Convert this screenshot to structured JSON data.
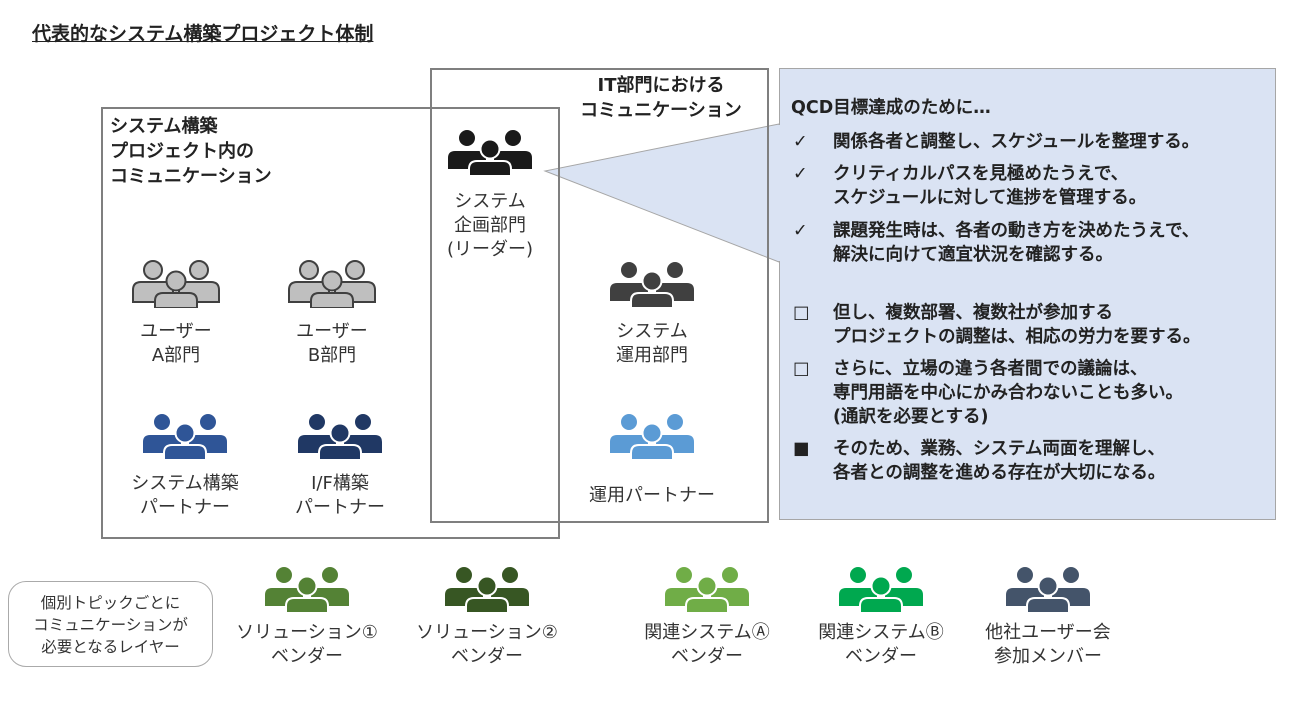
{
  "title": "代表的なシステム構築プロジェクト体制",
  "inner_box": {
    "heading": [
      "システム構築",
      "プロジェクト内の",
      "コミュニケーション"
    ]
  },
  "it_box": {
    "heading": [
      "IT部門における",
      "コミュニケーション"
    ]
  },
  "groups": {
    "planning": {
      "label": [
        "システム",
        "企画部門",
        "(リーダー)"
      ],
      "color": "#1a1a1a"
    },
    "user_a": {
      "label": [
        "ユーザー",
        "A部門"
      ],
      "color": "#bfbfbf"
    },
    "user_b": {
      "label": [
        "ユーザー",
        "B部門"
      ],
      "color": "#bfbfbf"
    },
    "operations": {
      "label": [
        "システム",
        "運用部門"
      ],
      "color": "#404040"
    },
    "build_partner": {
      "label": [
        "システム構築",
        "パートナー"
      ],
      "color": "#2f5597"
    },
    "if_partner": {
      "label": [
        "I/F構築",
        "パートナー"
      ],
      "color": "#203864"
    },
    "ops_partner": {
      "label": [
        "運用パートナー"
      ],
      "color": "#5b9bd5"
    }
  },
  "callout": {
    "heading": "QCD目標達成のために…",
    "checks": [
      {
        "mark": "✓",
        "lines": [
          "関係各者と調整し、スケジュールを整理する。"
        ]
      },
      {
        "mark": "✓",
        "lines": [
          "クリティカルパスを見極めたうえで、",
          "スケジュールに対して進捗を管理する。"
        ]
      },
      {
        "mark": "✓",
        "lines": [
          "課題発生時は、各者の動き方を決めたうえで、",
          "解決に向けて適宜状況を確認する。"
        ]
      }
    ],
    "notes": [
      {
        "mark": "□",
        "lines": [
          "但し、複数部署、複数社が参加する",
          "プロジェクトの調整は、相応の労力を要する。"
        ]
      },
      {
        "mark": "□",
        "lines": [
          "さらに、立場の違う各者間での議論は、",
          "専門用語を中心にかみ合わないことも多い。",
          "(通訳を必要とする)"
        ]
      },
      {
        "mark": "■",
        "lines": [
          "そのため、業務、システム両面を理解し、",
          "各者との調整を進める存在が大切になる。"
        ]
      }
    ],
    "fill": "#dae3f3",
    "border": "#a6a6a6"
  },
  "layer": {
    "label": [
      "個別トピックごとに",
      "コミュニケーションが",
      "必要となるレイヤー"
    ],
    "groups": [
      {
        "label": [
          "ソリューション①",
          "ベンダー"
        ],
        "color": "#548235"
      },
      {
        "label": [
          "ソリューション②",
          "ベンダー"
        ],
        "color": "#375623"
      },
      {
        "label": [
          "関連システムⒶ",
          "ベンダー"
        ],
        "color": "#70ad47"
      },
      {
        "label": [
          "関連システムⒷ",
          "ベンダー"
        ],
        "color": "#00a84f"
      },
      {
        "label": [
          "他社ユーザー会",
          "参加メンバー"
        ],
        "color": "#44546a"
      }
    ]
  }
}
